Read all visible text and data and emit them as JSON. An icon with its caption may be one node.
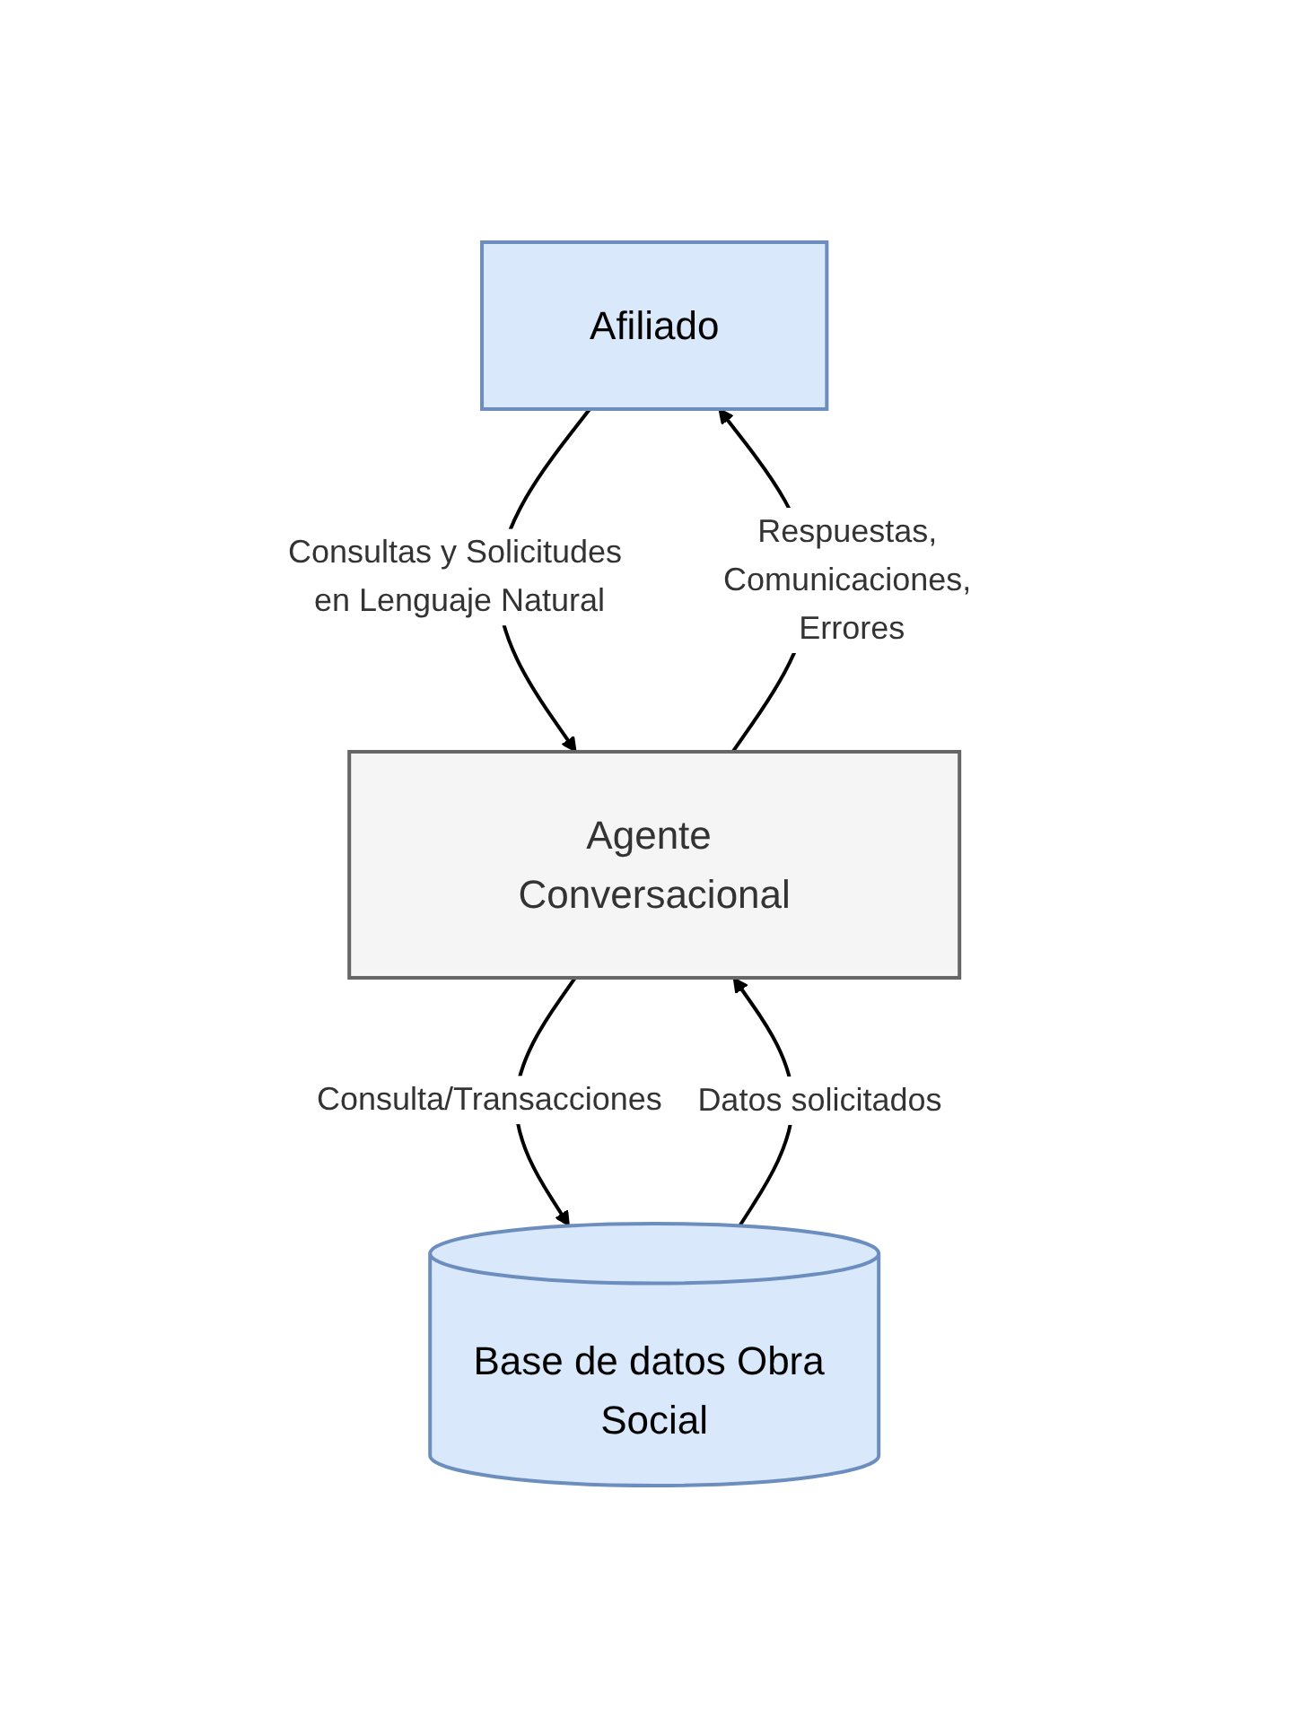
{
  "diagram": {
    "nodes": [
      {
        "text": [
          "Afiliado"
        ]
      },
      {
        "text": [
          "Agente Conversacional"
        ]
      },
      {
        "text": [
          "Base de datos Obra Social"
        ]
      }
    ],
    "edges": [
      {
        "from": 0,
        "to": 1,
        "arrow": "to",
        "label": "Consultas y Solicitudes en Lenguaje Natural"
      },
      {
        "from": 1,
        "to": 0,
        "arrow": "to",
        "label": "Respuestas, Comunicaciones, Errores"
      },
      {
        "from": 1,
        "to": 2,
        "arrow": "to",
        "label": "Consulta/Transacciones"
      },
      {
        "from": 2,
        "to": 1,
        "arrow": "to",
        "label": "Datos solicitados"
      }
    ]
  }
}
